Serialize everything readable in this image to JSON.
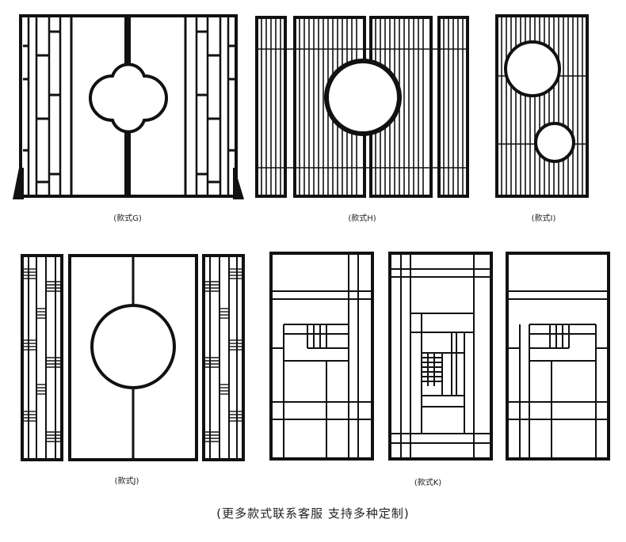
{
  "panels": {
    "g": {
      "caption": "(款式G)"
    },
    "h": {
      "caption": "(款式H)"
    },
    "i": {
      "caption": "(款式I)"
    },
    "j": {
      "caption": "(款式J)"
    },
    "k": {
      "caption": "(款式K)"
    }
  },
  "footer": {
    "note": "(更多款式联系客服  支持多种定制)"
  },
  "colors": {
    "line": "#111111",
    "background": "#ffffff"
  }
}
